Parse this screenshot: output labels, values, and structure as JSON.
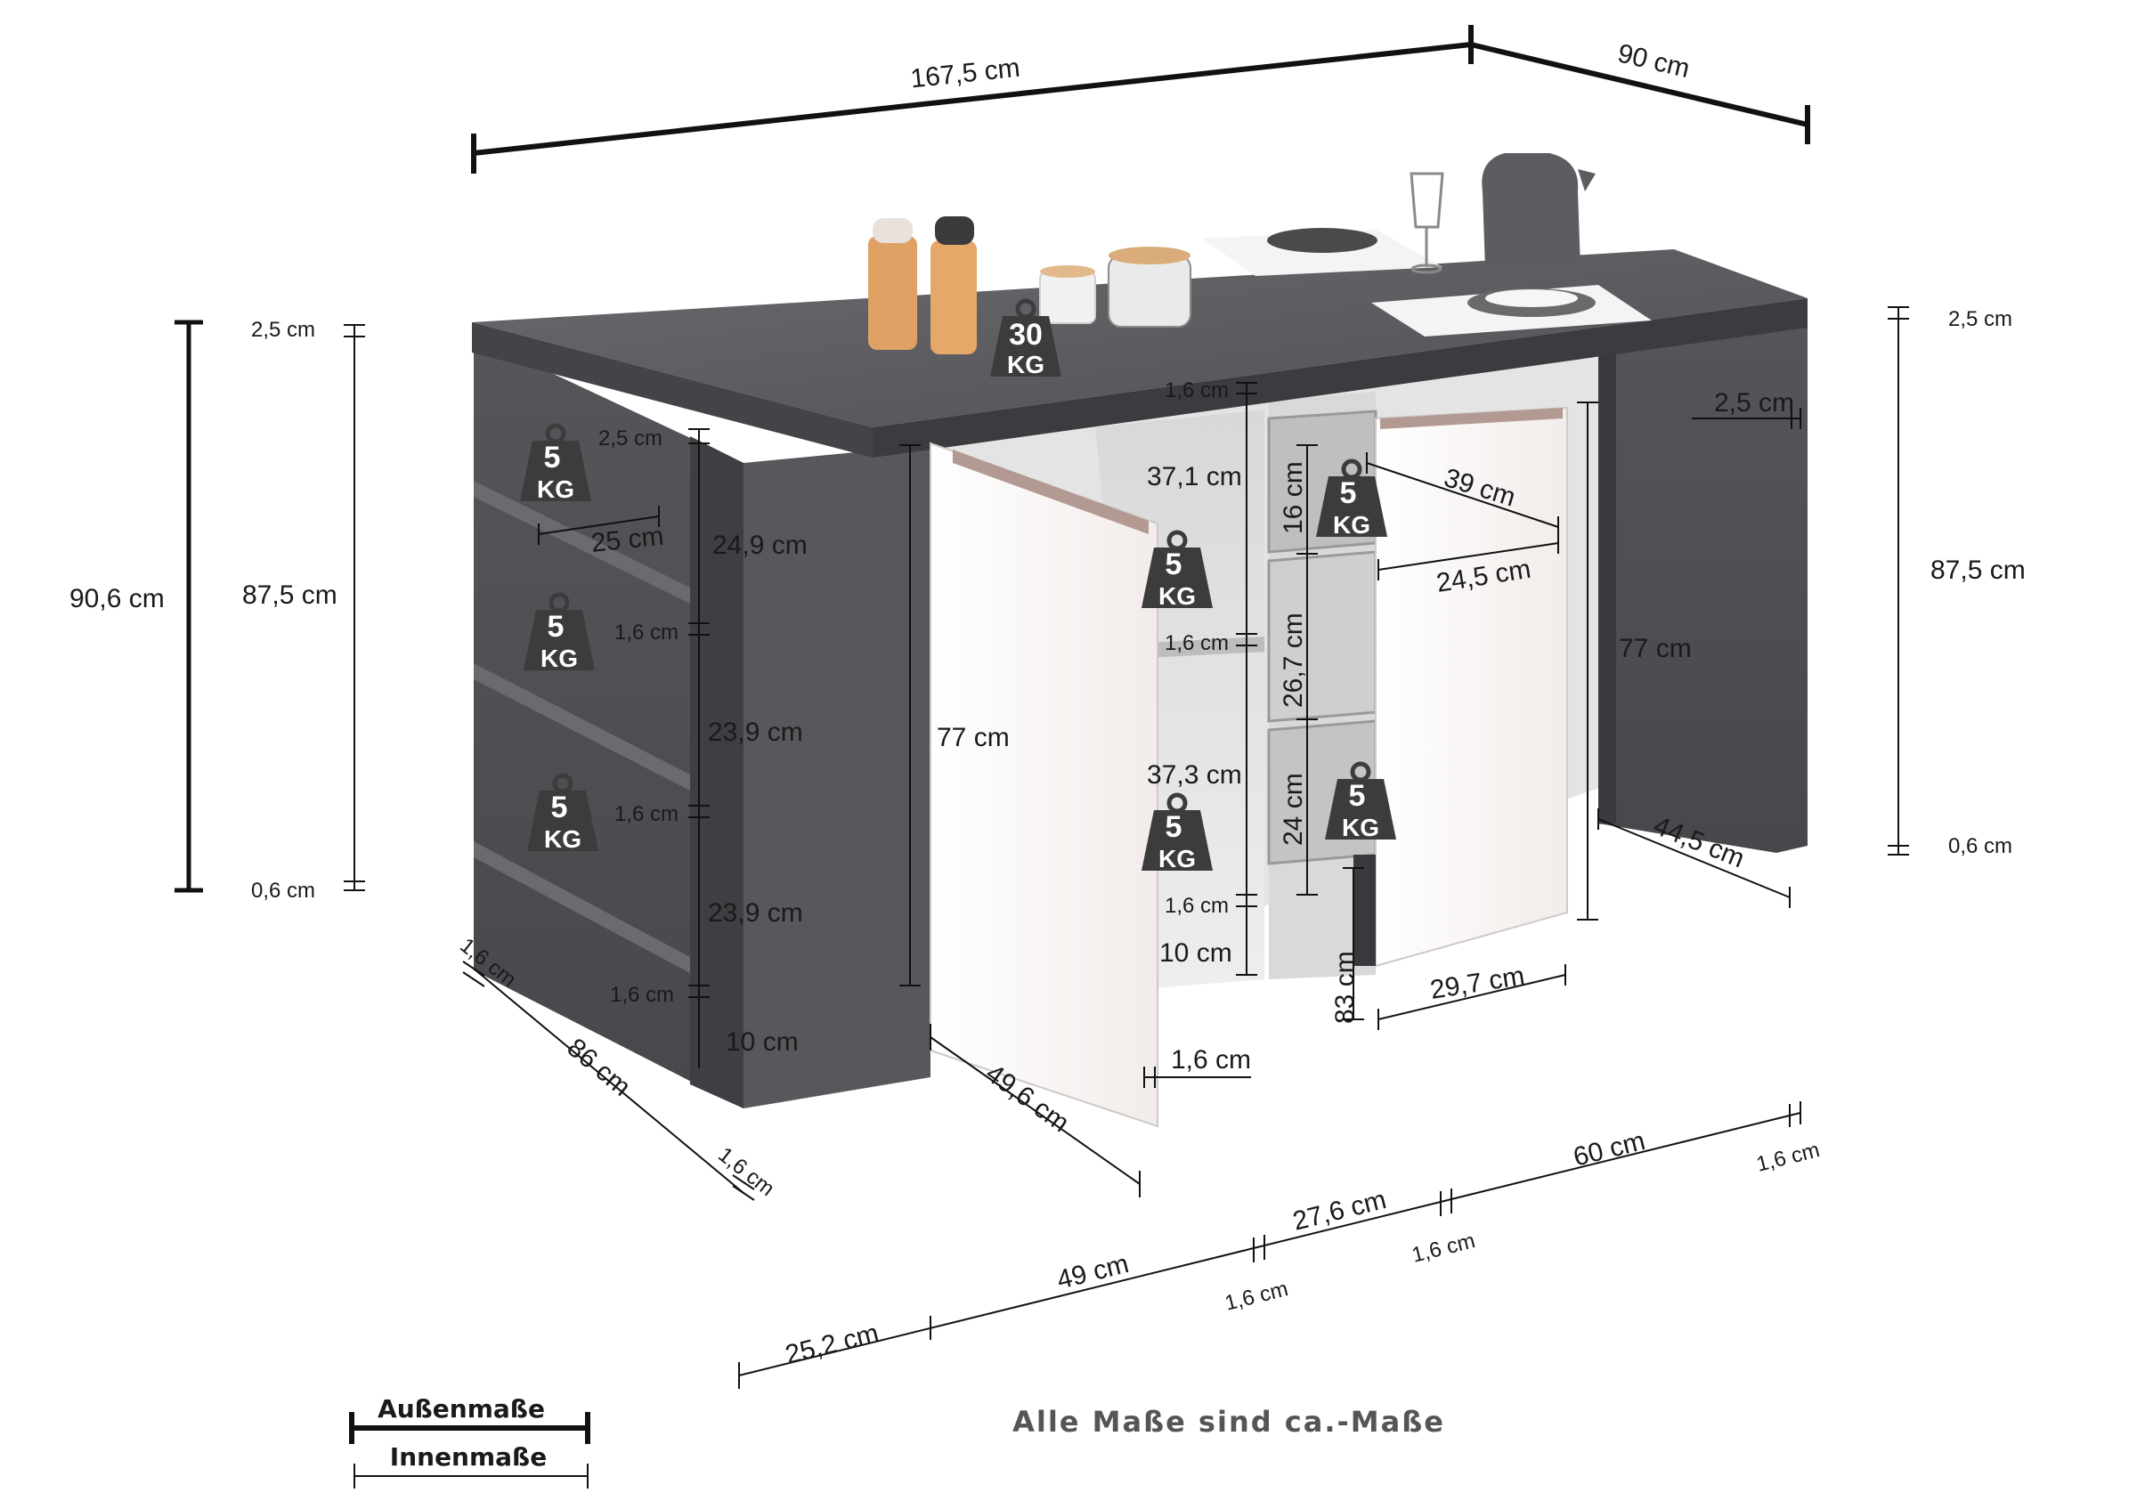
{
  "dimensions": {
    "top_width": "167,5 cm",
    "top_depth": "90 cm",
    "left_total_height": "90,6 cm",
    "left_top_thickness": "2,5 cm",
    "left_inner_height": "87,5 cm",
    "left_foot": "0,6 cm",
    "right_top_thickness": "2,5 cm",
    "right_inner_height": "87,5 cm",
    "right_foot": "0,6 cm",
    "right_panel_thickness": "2,5 cm",
    "shelf_top_board": "2,5 cm",
    "shelf_depth": "25  cm",
    "shelf_1": "24,9 cm",
    "shelf_board_1": "1,6 cm",
    "shelf_2": "23,9 cm",
    "shelf_board_2": "1,6 cm",
    "shelf_3": "23,9 cm",
    "shelf_board_3": "1,6 cm",
    "shelf_base": "10 cm",
    "side_board_a": "1,6 cm",
    "side_depth": "86 cm",
    "side_board_b": "1,6 cm",
    "door_left_height": "77 cm",
    "door_left_width": "49,6 cm",
    "center_top_board": "1,6 cm",
    "center_upper": "37,1 cm",
    "center_mid_board": "1,6 cm",
    "center_lower": "37,3 cm",
    "center_bottom_board": "1,6 cm",
    "center_base": "10 cm",
    "door_thickness": "1,6 cm",
    "drawer_1": "16 cm",
    "drawer_2": "26,7 cm",
    "drawer_3": "24 cm",
    "drawer_base": "83 cm",
    "drawer_depth": "39 cm",
    "drawer_inner_width": "24,5 cm",
    "drawer_front_width": "29,7 cm",
    "door_right_height": "77 cm",
    "right_cabinet_depth": "44,5 cm",
    "bottom_1": "25,2 cm",
    "bottom_2": "49 cm",
    "bottom_board_1": "1,6 cm",
    "bottom_3": "27,6 cm",
    "bottom_board_2": "1,6 cm",
    "bottom_4": "60 cm",
    "bottom_board_3": "1,6 cm"
  },
  "weights": {
    "top": {
      "num": "30",
      "unit": "KG"
    },
    "shelf": {
      "num": "5",
      "unit": "KG"
    }
  },
  "legend": {
    "outer": "Außenmaße",
    "inner": "Innenmaße"
  },
  "note": "Alle Maße sind ca.-Maße",
  "colors": {
    "dimension_line": "#111111",
    "panel_dark": "#4a4a4e",
    "panel_mid": "#5e5e62",
    "door_white": "#f6f2f0",
    "weight_badge": "#3c3c3c"
  }
}
